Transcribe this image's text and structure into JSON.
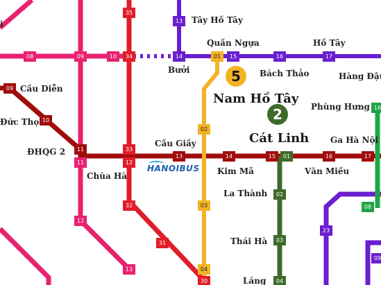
{
  "colors": {
    "line1": "#e8226f",
    "line2": "#a10d0d",
    "line3": "#e11d2a",
    "line5": "#f4b324",
    "line6": "#6a1fd0",
    "line2green": "#3f6b2a",
    "teal": "#1ea545"
  },
  "badges": [
    {
      "text": "5",
      "bg": "#f4b324",
      "fg": "#1a1a1a"
    },
    {
      "text": "2",
      "bg": "#3f6b2a",
      "fg": "#ffffff"
    }
  ],
  "labels": [
    {
      "text": "i"
    },
    {
      "text": "Tây Hồ Tây"
    },
    {
      "text": "Quần Ngựa"
    },
    {
      "text": "Hồ Tây"
    },
    {
      "text": "Bưởi"
    },
    {
      "text": "Bách Thảo"
    },
    {
      "text": "Hàng Đậu"
    },
    {
      "text": "Cầu Diễn"
    },
    {
      "text": "Nam Hồ Tây"
    },
    {
      "text": "Phùng Hưng"
    },
    {
      "text": "Đức Thọ"
    },
    {
      "text": "Cát Linh"
    },
    {
      "text": "Cầu Giấy"
    },
    {
      "text": "Ga Hà Nội"
    },
    {
      "text": "ĐHQG 2"
    },
    {
      "text": "Chùa Hà"
    },
    {
      "text": "Kim Mã"
    },
    {
      "text": "Văn Miếu"
    },
    {
      "text": "La Thành"
    },
    {
      "text": "Thái Hà"
    },
    {
      "text": "Láng"
    }
  ],
  "stations": [
    {
      "text": "13"
    },
    {
      "text": "35"
    },
    {
      "text": "13"
    },
    {
      "text": "08"
    },
    {
      "text": "09"
    },
    {
      "text": "10"
    },
    {
      "text": "34"
    },
    {
      "text": "14"
    },
    {
      "text": "01"
    },
    {
      "text": "15"
    },
    {
      "text": "16"
    },
    {
      "text": "17"
    },
    {
      "text": "09"
    },
    {
      "text": "10"
    },
    {
      "text": "11"
    },
    {
      "text": "11"
    },
    {
      "text": "33"
    },
    {
      "text": "12"
    },
    {
      "text": "13"
    },
    {
      "text": "14"
    },
    {
      "text": "15"
    },
    {
      "text": "01"
    },
    {
      "text": "16"
    },
    {
      "text": "17"
    },
    {
      "text": "02"
    },
    {
      "text": "03"
    },
    {
      "text": "04"
    },
    {
      "text": "12"
    },
    {
      "text": "13"
    },
    {
      "text": "32"
    },
    {
      "text": "31"
    },
    {
      "text": "30"
    },
    {
      "text": "02"
    },
    {
      "text": "03"
    },
    {
      "text": "04"
    },
    {
      "text": "23"
    },
    {
      "text": "08"
    },
    {
      "text": "09"
    },
    {
      "text": "16"
    }
  ],
  "logo": {
    "text": "HANOIBUS"
  }
}
